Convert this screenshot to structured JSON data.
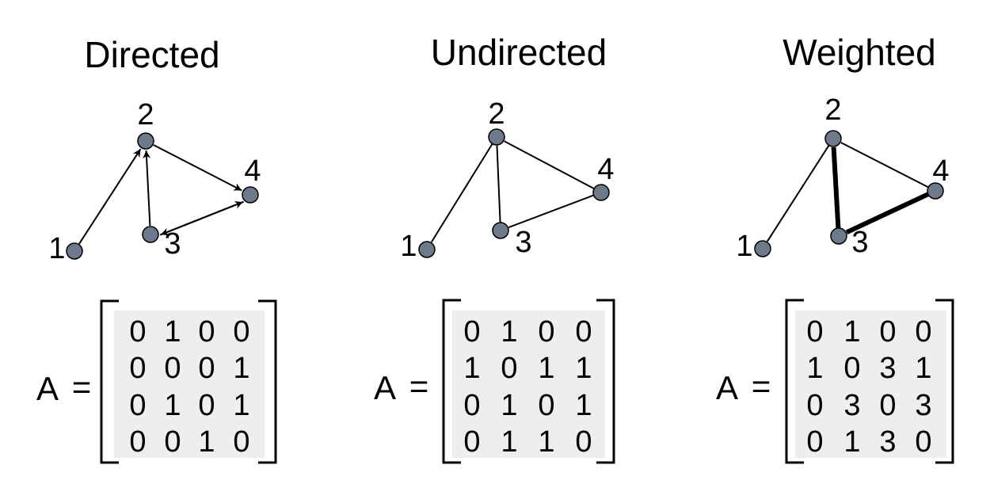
{
  "matrix_symbol": "A",
  "equals_sign": "=",
  "colors": {
    "node_fill": "#6d7a8c",
    "matrix_bg": "#eeeeec"
  },
  "panels": [
    {
      "title": "Directed",
      "graph_type": "directed",
      "nodes": [
        {
          "id": "1",
          "label": "1"
        },
        {
          "id": "2",
          "label": "2"
        },
        {
          "id": "3",
          "label": "3"
        },
        {
          "id": "4",
          "label": "4"
        }
      ],
      "edges": [
        {
          "from": "1",
          "to": "2",
          "directed": true,
          "weight": 1
        },
        {
          "from": "2",
          "to": "4",
          "directed": true,
          "weight": 1
        },
        {
          "from": "3",
          "to": "2",
          "directed": true,
          "weight": 1
        },
        {
          "from": "3",
          "to": "4",
          "directed": true,
          "weight": 1
        },
        {
          "from": "4",
          "to": "3",
          "directed": true,
          "weight": 1
        }
      ],
      "matrix": [
        [
          "0",
          "1",
          "0",
          "0"
        ],
        [
          "0",
          "0",
          "0",
          "1"
        ],
        [
          "0",
          "1",
          "0",
          "1"
        ],
        [
          "0",
          "0",
          "1",
          "0"
        ]
      ]
    },
    {
      "title": "Undirected",
      "graph_type": "undirected",
      "nodes": [
        {
          "id": "1",
          "label": "1"
        },
        {
          "id": "2",
          "label": "2"
        },
        {
          "id": "3",
          "label": "3"
        },
        {
          "id": "4",
          "label": "4"
        }
      ],
      "edges": [
        {
          "from": "1",
          "to": "2",
          "directed": false,
          "weight": 1
        },
        {
          "from": "2",
          "to": "4",
          "directed": false,
          "weight": 1
        },
        {
          "from": "2",
          "to": "3",
          "directed": false,
          "weight": 1
        },
        {
          "from": "3",
          "to": "4",
          "directed": false,
          "weight": 1
        }
      ],
      "matrix": [
        [
          "0",
          "1",
          "0",
          "0"
        ],
        [
          "1",
          "0",
          "1",
          "1"
        ],
        [
          "0",
          "1",
          "0",
          "1"
        ],
        [
          "0",
          "1",
          "1",
          "0"
        ]
      ]
    },
    {
      "title": "Weighted",
      "graph_type": "weighted",
      "nodes": [
        {
          "id": "1",
          "label": "1"
        },
        {
          "id": "2",
          "label": "2"
        },
        {
          "id": "3",
          "label": "3"
        },
        {
          "id": "4",
          "label": "4"
        }
      ],
      "edges": [
        {
          "from": "1",
          "to": "2",
          "directed": false,
          "weight": 1
        },
        {
          "from": "2",
          "to": "4",
          "directed": false,
          "weight": 1
        },
        {
          "from": "2",
          "to": "3",
          "directed": false,
          "weight": 3
        },
        {
          "from": "3",
          "to": "4",
          "directed": false,
          "weight": 3
        }
      ],
      "matrix": [
        [
          "0",
          "1",
          "0",
          "0"
        ],
        [
          "1",
          "0",
          "3",
          "1"
        ],
        [
          "0",
          "3",
          "0",
          "3"
        ],
        [
          "0",
          "1",
          "3",
          "0"
        ]
      ]
    }
  ]
}
